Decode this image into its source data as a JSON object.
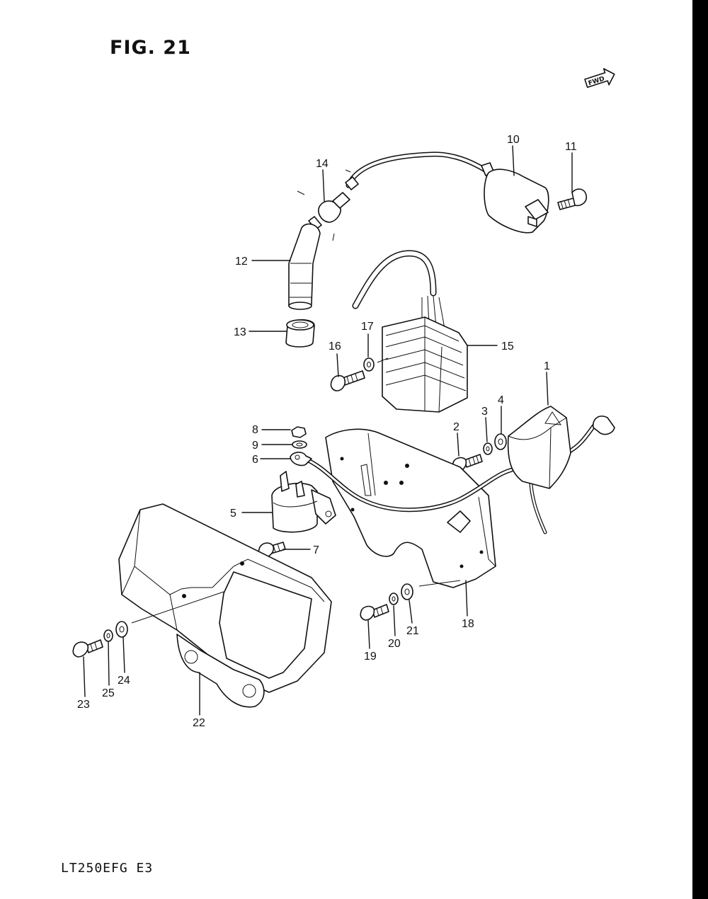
{
  "figure": {
    "title": "FIG. 21",
    "model_code": "LT250EFG  E3",
    "direction_badge": "FWD"
  },
  "parts": [
    {
      "no": "1"
    },
    {
      "no": "2"
    },
    {
      "no": "3"
    },
    {
      "no": "4"
    },
    {
      "no": "5"
    },
    {
      "no": "6"
    },
    {
      "no": "7"
    },
    {
      "no": "8"
    },
    {
      "no": "9"
    },
    {
      "no": "10"
    },
    {
      "no": "11"
    },
    {
      "no": "12"
    },
    {
      "no": "13"
    },
    {
      "no": "14"
    },
    {
      "no": "15"
    },
    {
      "no": "16"
    },
    {
      "no": "17"
    },
    {
      "no": "18"
    },
    {
      "no": "19"
    },
    {
      "no": "20"
    },
    {
      "no": "21"
    },
    {
      "no": "22"
    },
    {
      "no": "23"
    },
    {
      "no": "24"
    },
    {
      "no": "25"
    }
  ],
  "colors": {
    "line": "#111111",
    "background": "#ffffff"
  }
}
